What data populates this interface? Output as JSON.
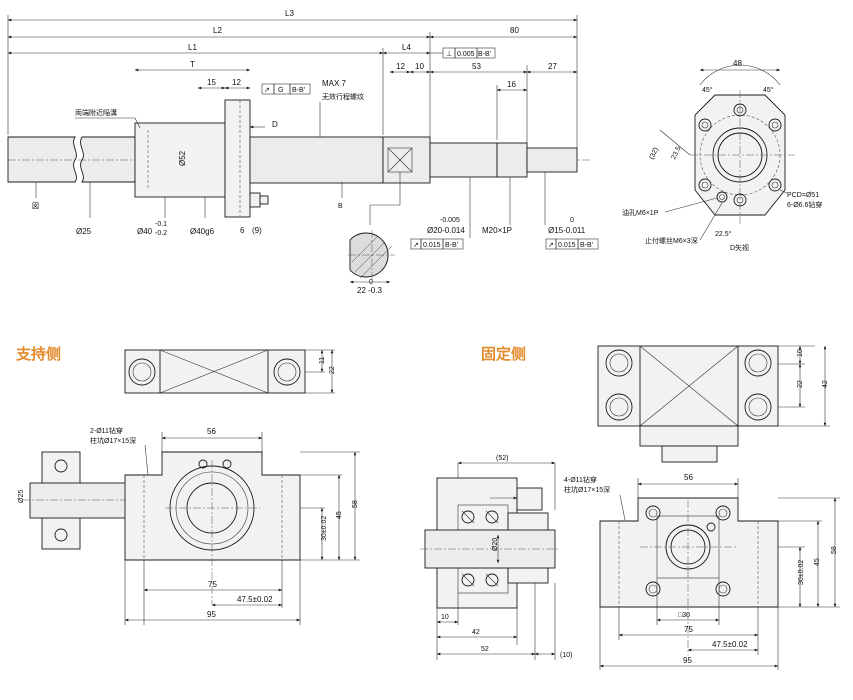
{
  "colors": {
    "heading": "#e38a2c",
    "line": "#1a1a1a",
    "fill": "#f2f2f2"
  },
  "top": {
    "dims": {
      "L3": "L3",
      "L2": "L2",
      "L1": "L1",
      "L4": "L4",
      "d80": "80",
      "T": "T",
      "d15": "15",
      "d12": "12",
      "d12b": "12",
      "d10": "10",
      "d53": "53",
      "d27": "27",
      "d16": "16",
      "phi52": "Ø52",
      "phi25": "Ø25",
      "phi40": "Ø40",
      "phi40_up": "-0.1",
      "phi40_lo": "-0.2",
      "phi40g6": "Ø40g6",
      "d6": "6",
      "d9": "(9)",
      "phi20": "Ø20-0.014",
      "phi20_up": "-0.005",
      "m20": "M20×1P",
      "phi15": "Ø15-0.011",
      "phi15_up": "0",
      "d22": "22 -0.3",
      "d22_up": "0",
      "max7": "MAX 7"
    },
    "notes": {
      "both_ends": "両端附近陥溝",
      "stroke": "无效行程螺纹",
      "D": "D",
      "sec_left": "図",
      "sec_right": "B"
    },
    "tolerances": {
      "frame1": [
        "⊥",
        "0.005",
        "B-B'"
      ],
      "frame2": [
        "↗",
        "G",
        "B-B'"
      ],
      "frame3": [
        "↗",
        "0.015",
        "B-B'"
      ],
      "frame4": [
        "↗",
        "0.015",
        "B-B'"
      ]
    },
    "flange": {
      "d48": "48",
      "a45l": "45°",
      "a45r": "45°",
      "d32": "(32)",
      "d23_5": "23.5",
      "grease": "油孔M6×1P",
      "setscrew": "止付螺丝M6×3深",
      "a22_5": "22.5°",
      "pcd": "PCD=Ø51",
      "holes": "6-Ø6.6钻穿",
      "view": "D矢视"
    }
  },
  "support": {
    "title": "支持侧",
    "hole_note1": "2-Ø11钻穿",
    "hole_note2": "柱坑Ø17×15深",
    "d11": "11",
    "d22": "22",
    "d56": "56",
    "d58": "58",
    "d45": "45",
    "d30": "30±0.02",
    "d75": "75",
    "d47_5": "47.5±0.02",
    "d95": "95",
    "phi25": "Ø25"
  },
  "fixed": {
    "title": "固定侧",
    "hole_note1": "4-Ø11钻穿",
    "hole_note2": "柱坑Ø17×15深",
    "d10": "10",
    "d22": "22",
    "d42": "42",
    "d52p": "(52)",
    "d10b": "10",
    "d42b": "42",
    "d52": "52",
    "d10p": "(10)",
    "phi20": "Ø20",
    "d56": "56",
    "d58": "58",
    "d45": "45",
    "d30": "30±0.02",
    "sq30": "□30",
    "d75": "75",
    "d47_5": "47.5±0.02",
    "d95": "95"
  }
}
